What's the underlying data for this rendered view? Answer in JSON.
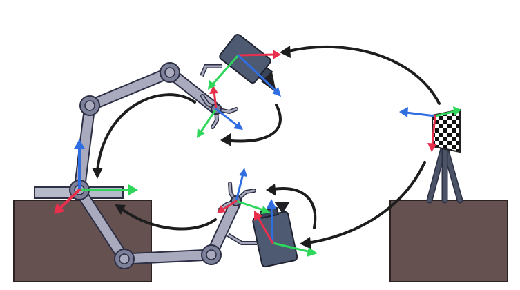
{
  "colors": {
    "background": "#ffffff",
    "table": "#655150",
    "table_stroke": "#2b2222",
    "arm_link": "#a9aabd",
    "arm_outline": "#2d2f45",
    "joint": "#7c8099",
    "camera_body": "#4e5a72",
    "lens": "#1f1f24",
    "tripod": "#4b5366",
    "plate": "#b7bac9",
    "flow_arrow": "#1d1d1d",
    "axis_x": "#e8304d",
    "axis_y": "#2ed65a",
    "axis_z": "#2f6de0"
  },
  "components": {
    "tables": [
      "left-table",
      "right-table"
    ],
    "robot_arms": [
      "upper-arm-pose",
      "lower-arm-pose"
    ],
    "cameras": [
      "upper-hand-camera",
      "lower-hand-camera"
    ],
    "calibration_target": "checkerboard-on-tripod",
    "coordinate_frames": [
      "base-frame",
      "upper-gripper-frame",
      "upper-camera-frame",
      "lower-gripper-frame",
      "lower-camera-frame",
      "checkerboard-frame"
    ],
    "flow_arrows": [
      "checkerboard-to-upper-camera",
      "upper-camera-to-gripper",
      "upper-gripper-to-base",
      "checkerboard-to-lower-camera",
      "lower-camera-to-gripper",
      "lower-gripper-to-base"
    ]
  }
}
